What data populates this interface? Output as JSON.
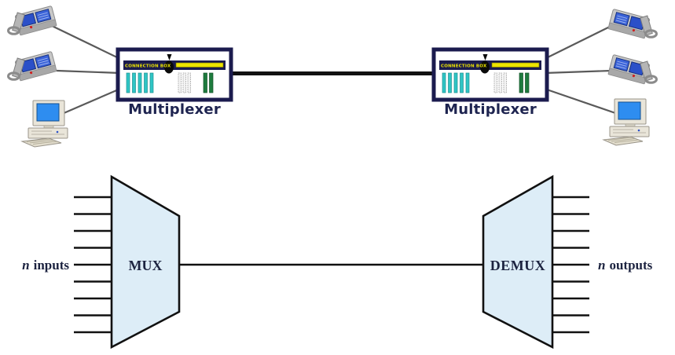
{
  "colors": {
    "box_navy": "#1b1b4e",
    "ink": "#111111",
    "label_navy": "#1e2450",
    "serif_label": "#1c2340",
    "device_line_gray": "#5a5a5a",
    "bar_teal": "#2fc5c5",
    "bar_green": "#1e7b3e",
    "panel_yellow": "#ede400",
    "trapezoid_fill": "#ddedf7",
    "screen_blue": "#2e8df0",
    "phone_blue": "#2b50c8",
    "device_beige": "#e9e5d9"
  },
  "top_diagram": {
    "left_multiplexer": {
      "label": "Multiplexer",
      "panel_text": "CONNECTION BOX"
    },
    "right_multiplexer": {
      "label": "Multiplexer",
      "panel_text": "CONNECTION BOX"
    },
    "left_devices": [
      "telephone",
      "telephone",
      "computer"
    ],
    "right_devices": [
      "telephone",
      "telephone",
      "computer"
    ]
  },
  "bottom_diagram": {
    "mux_label": "MUX",
    "demux_label": "DEMUX",
    "n_symbol": "n",
    "inputs_word": "inputs",
    "outputs_word": "outputs",
    "input_line_count": 9,
    "output_line_count": 9,
    "input_lines_y_start": 251,
    "input_lines_y_step": 21.5
  }
}
